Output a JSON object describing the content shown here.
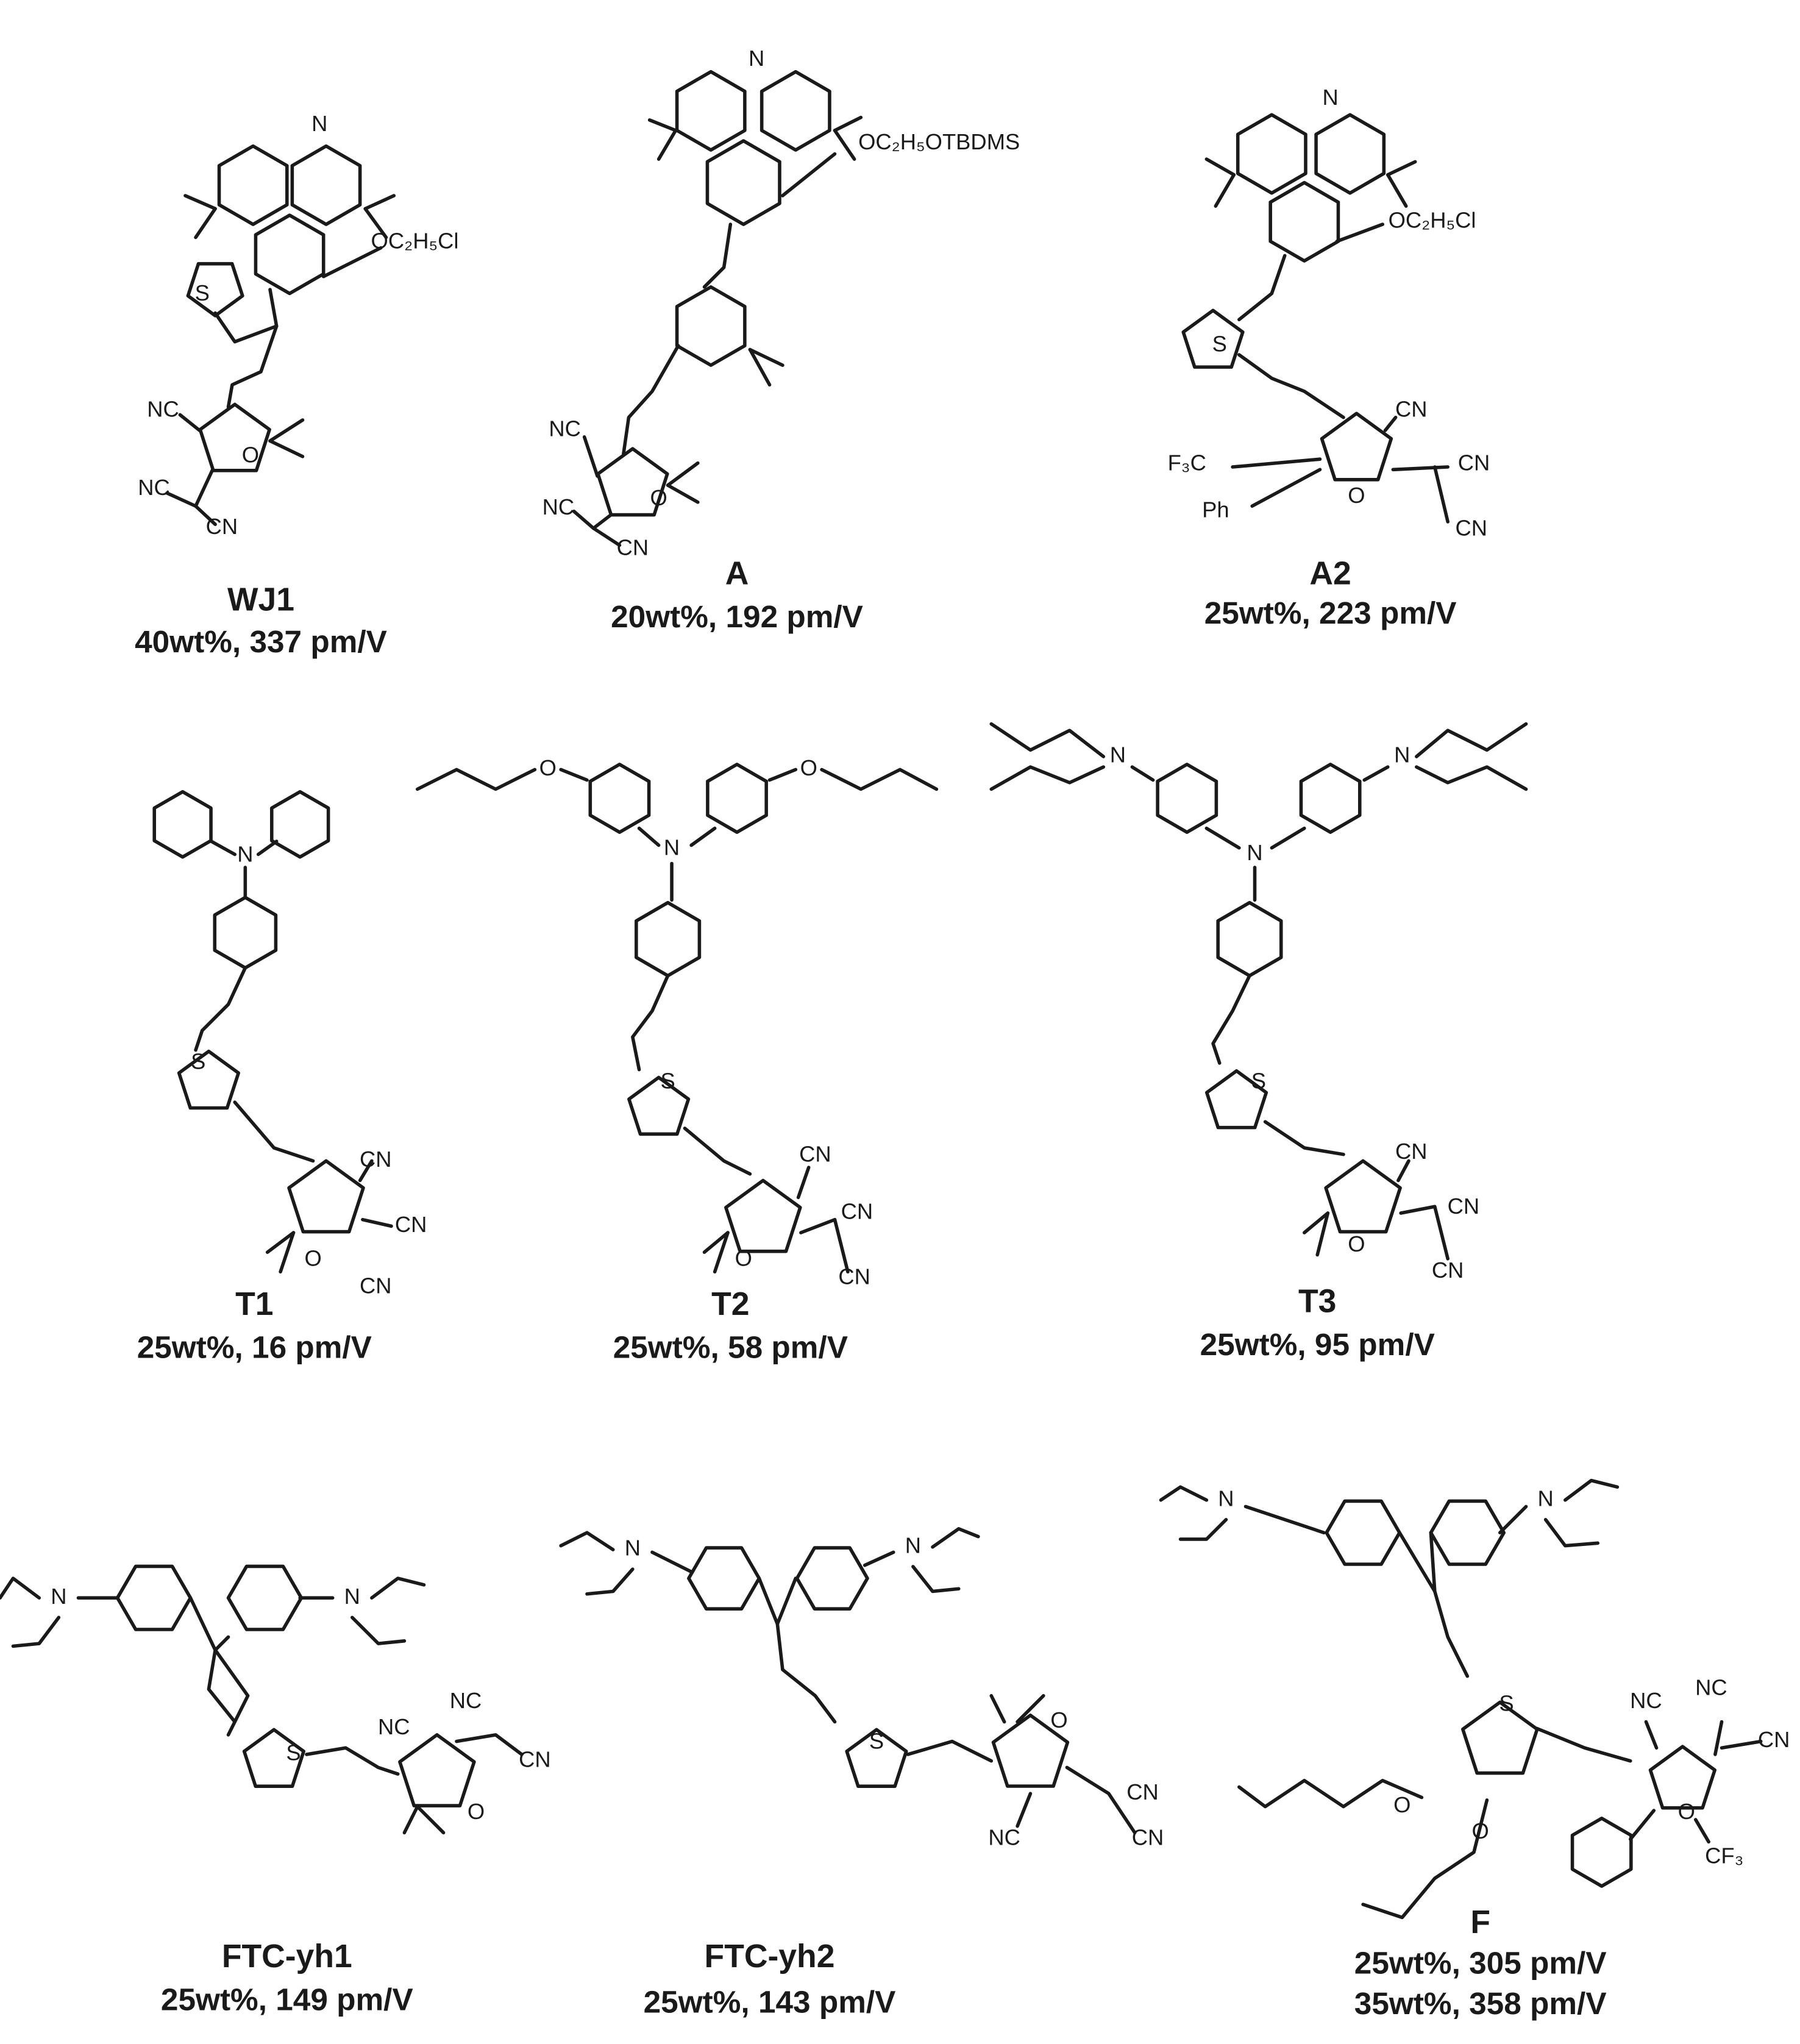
{
  "molecules": [
    {
      "id": "WJ1",
      "name": "WJ1",
      "captions": [
        "40wt%, 337 pm/V"
      ],
      "atoms": [
        "N",
        "OC₂H₅Cl",
        "S",
        "NC",
        "O",
        "NC",
        "CN"
      ]
    },
    {
      "id": "A",
      "name": "A",
      "captions": [
        "20wt%, 192 pm/V"
      ],
      "atoms": [
        "N",
        "OC₂H₅OTBDMS",
        "NC",
        "O",
        "NC",
        "CN"
      ]
    },
    {
      "id": "A2",
      "name": "A2",
      "captions": [
        "25wt%, 223 pm/V"
      ],
      "atoms": [
        "N",
        "OC₂H₅Cl",
        "S",
        "CN",
        "F₃C",
        "CN",
        "O",
        "Ph",
        "CN"
      ]
    },
    {
      "id": "T1",
      "name": "T1",
      "captions": [
        "25wt%, 16 pm/V"
      ],
      "atoms": [
        "N",
        "S",
        "CN",
        "CN",
        "O",
        "CN"
      ]
    },
    {
      "id": "T2",
      "name": "T2",
      "captions": [
        "25wt%, 58 pm/V"
      ],
      "atoms": [
        "O",
        "O",
        "N",
        "S",
        "CN",
        "CN",
        "O",
        "CN"
      ]
    },
    {
      "id": "T3",
      "name": "T3",
      "captions": [
        "25wt%, 95 pm/V"
      ],
      "atoms": [
        "N",
        "N",
        "N",
        "S",
        "CN",
        "CN",
        "O",
        "CN"
      ]
    },
    {
      "id": "FTC-yh1",
      "name": "FTC-yh1",
      "captions": [
        "25wt%, 149 pm/V"
      ],
      "atoms": [
        "N",
        "N",
        "S",
        "NC",
        "NC",
        "CN",
        "O"
      ]
    },
    {
      "id": "FTC-yh2",
      "name": "FTC-yh2",
      "captions": [
        "25wt%, 143 pm/V"
      ],
      "atoms": [
        "N",
        "N",
        "S",
        "O",
        "CN",
        "NC",
        "CN"
      ]
    },
    {
      "id": "F",
      "name": "F",
      "captions": [
        "25wt%, 305 pm/V",
        "35wt%, 358 pm/V"
      ],
      "atoms": [
        "N",
        "N",
        "S",
        "NC",
        "NC",
        "CN",
        "O",
        "O",
        "O",
        "CF₃"
      ]
    }
  ]
}
